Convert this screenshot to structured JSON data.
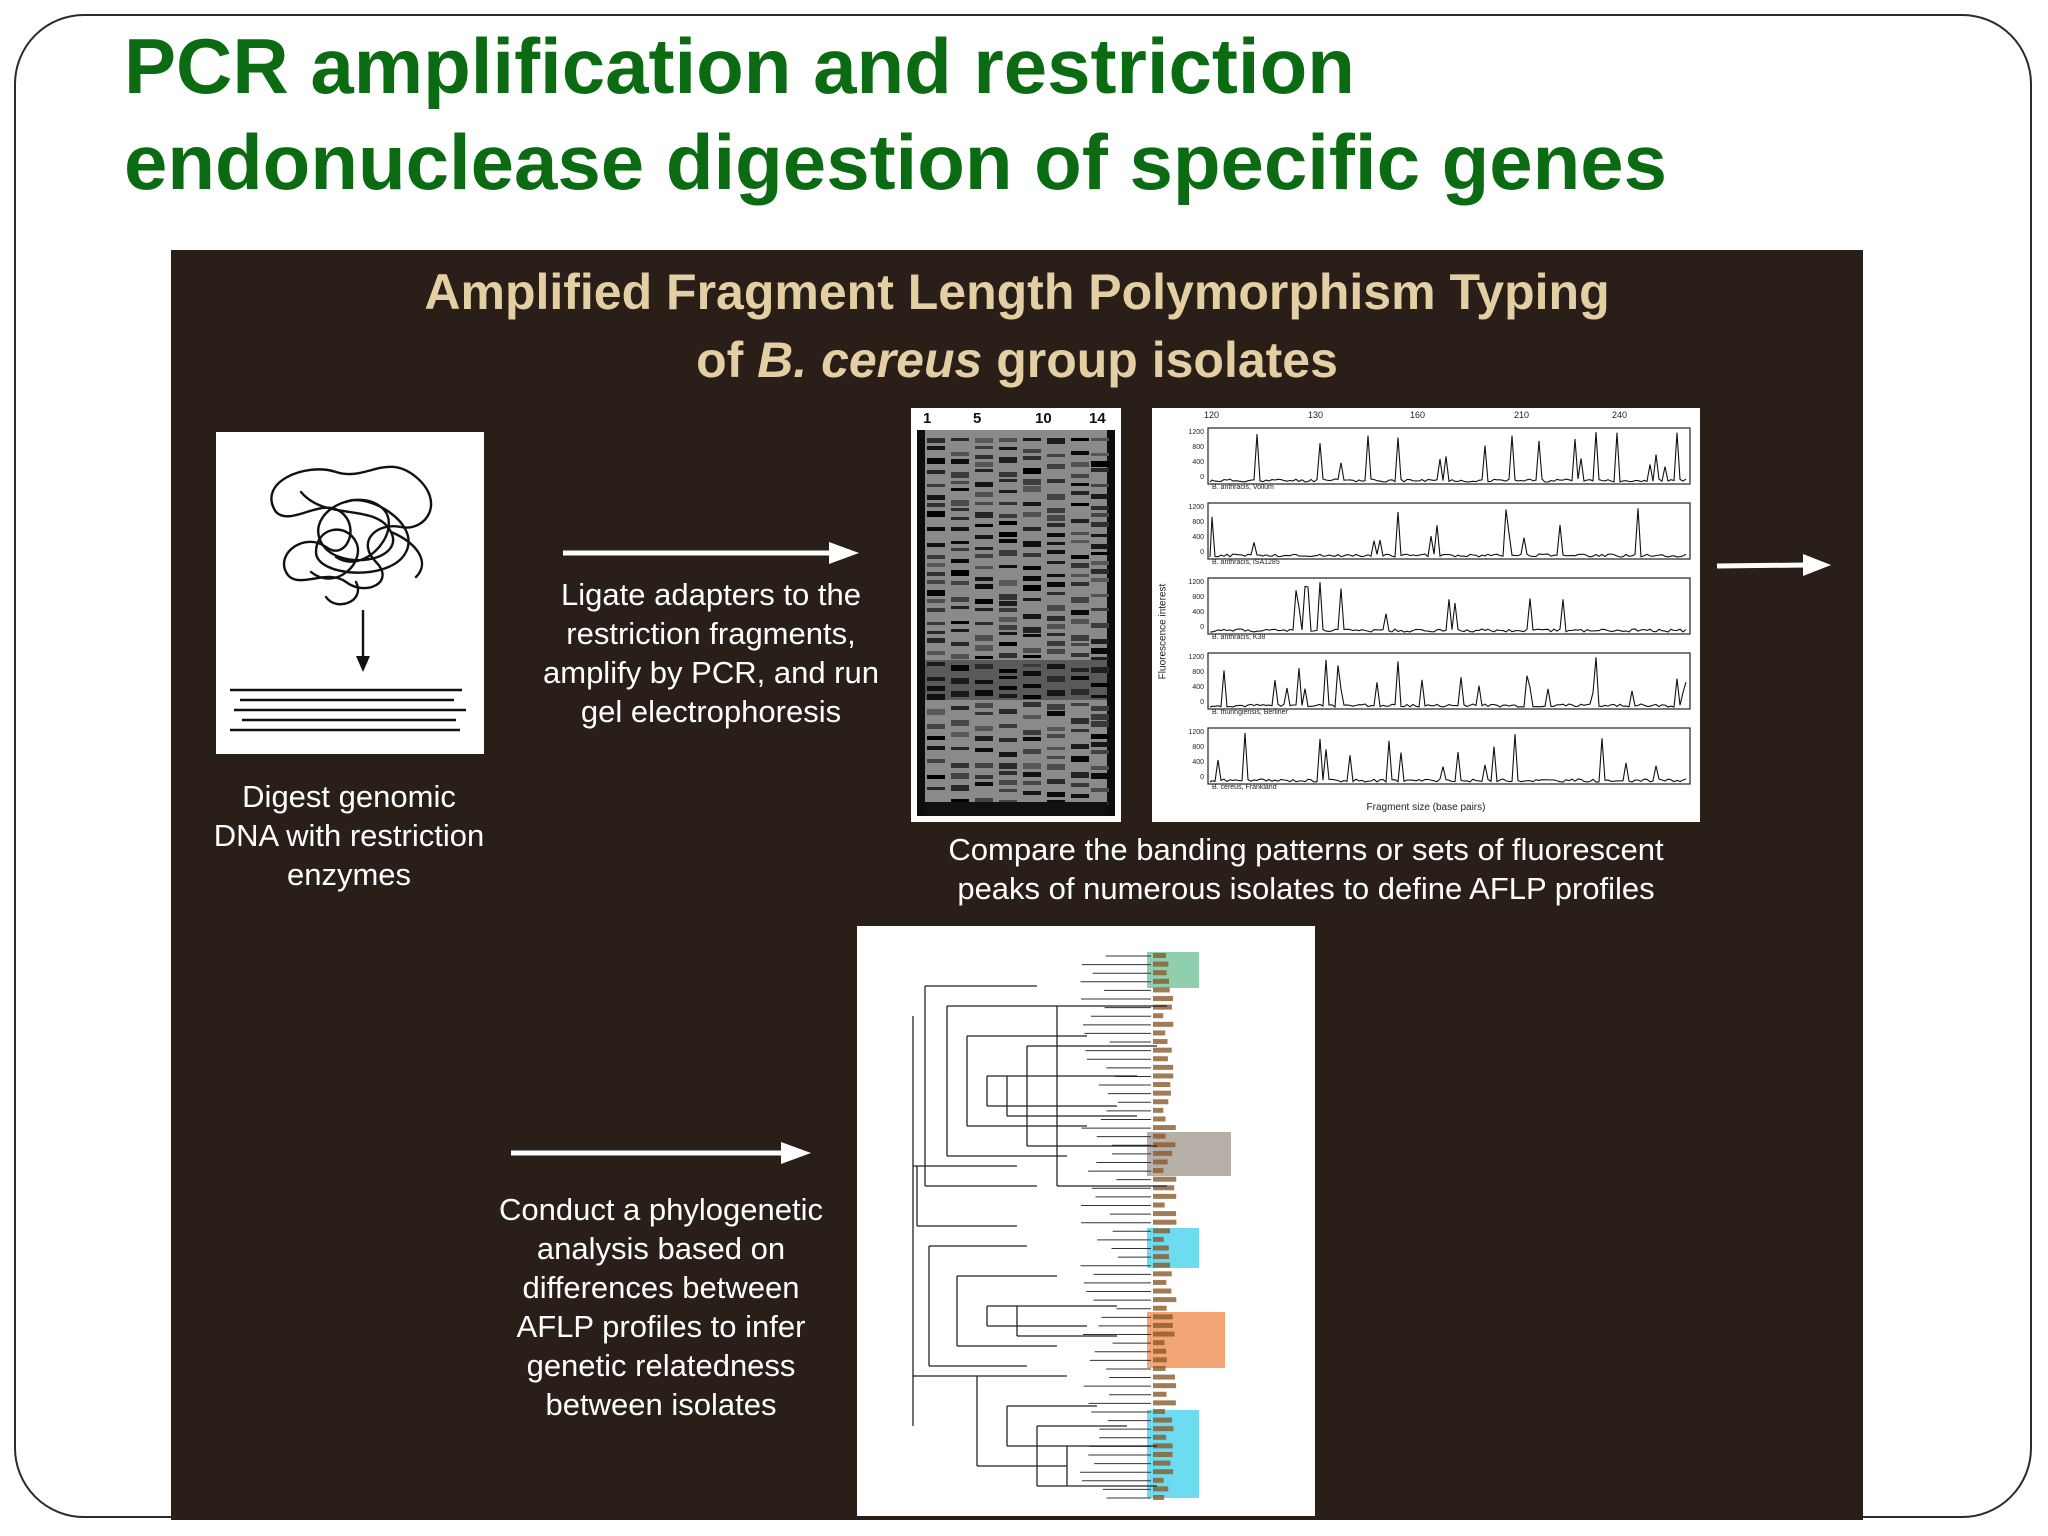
{
  "slide": {
    "title_line1": "PCR amplification and restriction",
    "title_line2": "endonuclease digestion of specific genes"
  },
  "diagram": {
    "title_line1": "Amplified Fragment Length Polymorphism Typing",
    "title_prefix": "of ",
    "title_italic": "B. cereus",
    "title_suffix": " group isolates",
    "step1": [
      "Digest genomic",
      "DNA with restriction",
      "enzymes"
    ],
    "step2": [
      "Ligate adapters to the",
      "restriction fragments,",
      "amplify by PCR, and run",
      "gel electrophoresis"
    ],
    "step3": [
      "Compare the banding patterns or sets of fluorescent",
      "peaks of numerous isolates to define AFLP profiles"
    ],
    "step4": [
      "Conduct a phylogenetic",
      "analysis based on",
      "differences between",
      "AFLP profiles to infer",
      "genetic relatedness",
      "between isolates"
    ],
    "gel_lanes": [
      "1",
      "5",
      "10",
      "14"
    ],
    "electro": {
      "x_ticks": [
        "120",
        "130",
        "160",
        "210",
        "240"
      ],
      "y_ticks": [
        "1200",
        "800",
        "400",
        "0"
      ],
      "y_label": "Fluorescence interest",
      "x_label": "Fragment size (base pairs)",
      "traces": [
        "B. anthracis, Vollum",
        "B. anthracis, ISA1285",
        "B. anthracis, K38",
        "B. thuringiensis, Berliner",
        "B. cereus, Frankland"
      ]
    },
    "colors": {
      "background": "#2a1f18",
      "title": "#e3cfa3",
      "slide_title": "#0b6b13",
      "clade_green": "#7cc7a0",
      "clade_gray": "#a9a29a",
      "clade_cyan": "#53d6ee",
      "clade_orange": "#f1955e"
    }
  }
}
